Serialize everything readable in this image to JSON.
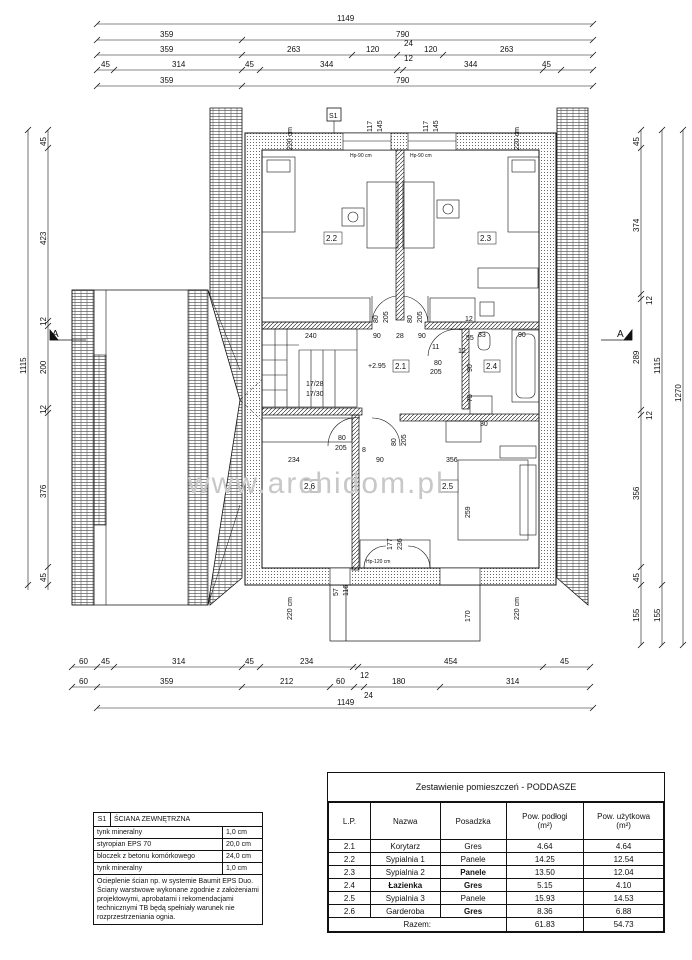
{
  "dims_top": {
    "total": "1149",
    "r1": [
      "359",
      "790"
    ],
    "r1_mid": "24",
    "r2": [
      "359",
      "263",
      "120",
      "120",
      "263"
    ],
    "r2_mid": "12",
    "r3": [
      "45",
      "314",
      "45",
      "344",
      "344",
      "45"
    ],
    "r4": [
      "359",
      "790"
    ]
  },
  "dims_bottom": {
    "r1": [
      "60",
      "45",
      "314",
      "45",
      "234",
      "454",
      "45"
    ],
    "r1_mid": "12",
    "r2": [
      "60",
      "359",
      "212",
      "60",
      "180",
      "314"
    ],
    "r2_mid": "24",
    "total": "1149"
  },
  "dims_left": {
    "r1": [
      "45",
      "423",
      "12",
      "200",
      "12",
      "376",
      "45"
    ],
    "total": "1115"
  },
  "dims_right": {
    "r1": [
      "45",
      "374",
      "12",
      "289",
      "12",
      "356",
      "45",
      "155"
    ],
    "r2": [
      "1115",
      "1270",
      "155"
    ]
  },
  "plan_labels": {
    "section_mark": "A",
    "s1": "S1",
    "h220a": "220 cm",
    "h220b": "220 cm",
    "h220c": "220 cm",
    "h220d": "220 cm",
    "w117a": "117",
    "w145a": "145",
    "w117b": "117",
    "w145b": "145",
    "hp90a": "Hp-90 cm",
    "hp90b": "Hp-90 cm",
    "hp120": "Hp-120 cm",
    "d80a": "80",
    "d205a": "205",
    "d80b": "80",
    "d205b": "205",
    "d90a": "90",
    "d90b": "90",
    "d28": "28",
    "d33": "33",
    "d90c": "90",
    "d12a": "12",
    "d12b": "12",
    "d55": "55",
    "d240": "240",
    "d11": "11",
    "d80c": "80",
    "d205c": "205",
    "d90d": "90",
    "d75": "75",
    "d30": "30",
    "lvl": "+2.95",
    "stairs1": "17/28",
    "stairs2": "17/30",
    "d80d": "80",
    "d205d": "205",
    "d80e": "80",
    "d205e": "205",
    "d234": "234",
    "d8": "8",
    "d90e": "90",
    "d356": "356",
    "d259": "259",
    "d177": "177",
    "d236": "236",
    "d57": "57",
    "d116": "116",
    "d170": "170",
    "watermark": "www.archidom.pl"
  },
  "rooms": {
    "r21": "2.1",
    "r22": "2.2",
    "r23": "2.3",
    "r24": "2.4",
    "r25": "2.5",
    "r26": "2.6"
  },
  "wall_spec": {
    "code": "S1",
    "title": "ŚCIANA ZEWNĘTRZNA",
    "layers": [
      {
        "name": "tynk mineralny",
        "value": "1,0 cm"
      },
      {
        "name": "styropian EPS 70",
        "value": "20,0 cm"
      },
      {
        "name": "bloczek z betonu komórkowego",
        "value": "24,0 cm"
      },
      {
        "name": "tynk mineralny",
        "value": "1,0 cm"
      }
    ],
    "note": "Ocieplenie ścian np. w systemie Baumit EPS Duo. Ściany warstwowe wykonane zgodnie z założeniami projektowymi, aprobatami i rekomendacjami technicznymi TB będą spełniały warunek nie rozprzestrzeniania ognia."
  },
  "room_table": {
    "title": "Zestawienie pomieszczeń - PODDASZE",
    "headers": [
      "L.P.",
      "Nazwa",
      "Posadzka",
      "Pow. podłogi",
      "(m²)",
      "Pow. użytkowa",
      "(m²)"
    ],
    "rows": [
      {
        "lp": "2.1",
        "name": "Korytarz",
        "floor": "Gres",
        "area": "4.64",
        "usable": "4.64"
      },
      {
        "lp": "2.2",
        "name": "Sypialnia 1",
        "floor": "Panele",
        "area": "14.25",
        "usable": "12.54"
      },
      {
        "lp": "2.3",
        "name": "Sypialnia 2",
        "floor": "Panele",
        "area": "13.50",
        "usable": "12.04"
      },
      {
        "lp": "2.4",
        "name": "Łazienka",
        "floor": "Gres",
        "area": "5.15",
        "usable": "4.10"
      },
      {
        "lp": "2.5",
        "name": "Sypialnia 3",
        "floor": "Panele",
        "area": "15.93",
        "usable": "14.53"
      },
      {
        "lp": "2.6",
        "name": "Garderoba",
        "floor": "Gres",
        "area": "8.36",
        "usable": "6.88"
      }
    ],
    "total_label": "Razem:",
    "total_area": "61.83",
    "total_usable": "54.73"
  }
}
